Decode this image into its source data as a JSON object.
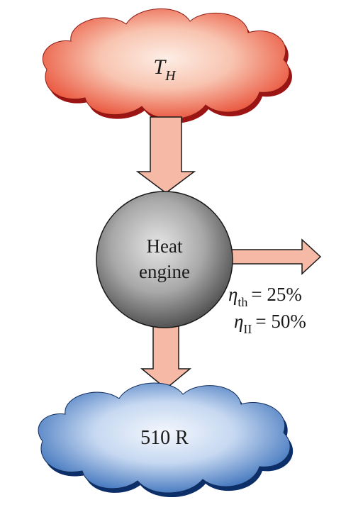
{
  "hot_reservoir": {
    "symbol": "T",
    "subscript": "H",
    "color_light": "#fbd8ca",
    "color_dark": "#e8472e"
  },
  "engine": {
    "label_line1": "Heat",
    "label_line2": "engine",
    "color_light": "#e2e2e2",
    "color_dark": "#555555"
  },
  "efficiencies": {
    "thermal": {
      "symbol": "η",
      "subscript": "th",
      "value": "= 25%"
    },
    "second_law": {
      "symbol": "η",
      "subscript": "II",
      "value": "= 50%"
    }
  },
  "cold_reservoir": {
    "label": "510 R",
    "color_light": "#eef3fb",
    "color_dark": "#2a64b4"
  },
  "arrow_color": "#f6b9a5"
}
